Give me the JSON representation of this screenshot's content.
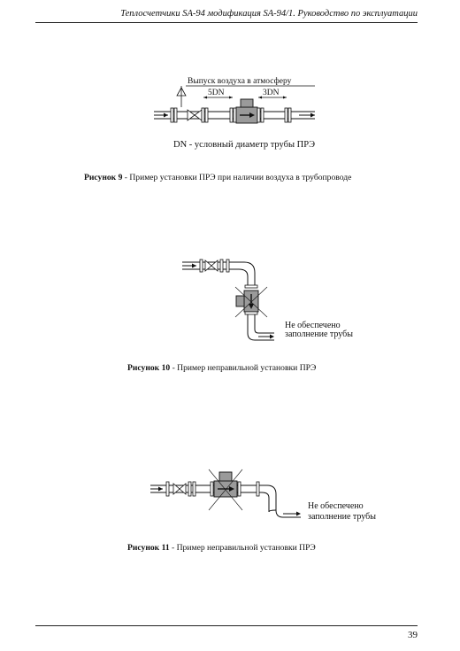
{
  "header": {
    "title": "Теплосчетчики SA-94 модификация SA-94/1. Руководство по эксплуатации"
  },
  "figure9": {
    "air_release_label": "Выпуск воздуха в атмосферу",
    "upstream_label": "5DN",
    "downstream_label": "3DN",
    "dn_note": "DN - условный диаметр трубы ПРЭ",
    "caption_num": "Рисунок 9",
    "caption_text": " - Пример установки ПРЭ при наличии воздуха в трубопроводе"
  },
  "figure10": {
    "note_line1": "Не обеспечено",
    "note_line2": "заполнение трубы",
    "caption_num": "Рисунок 10",
    "caption_text": " - Пример неправильной установки ПРЭ"
  },
  "figure11": {
    "note_line1": "Не обеспечено",
    "note_line2": "заполнение трубы",
    "caption_num": "Рисунок 11",
    "caption_text": " - Пример неправильной установки ПРЭ"
  },
  "footer": {
    "page_number": "39"
  }
}
